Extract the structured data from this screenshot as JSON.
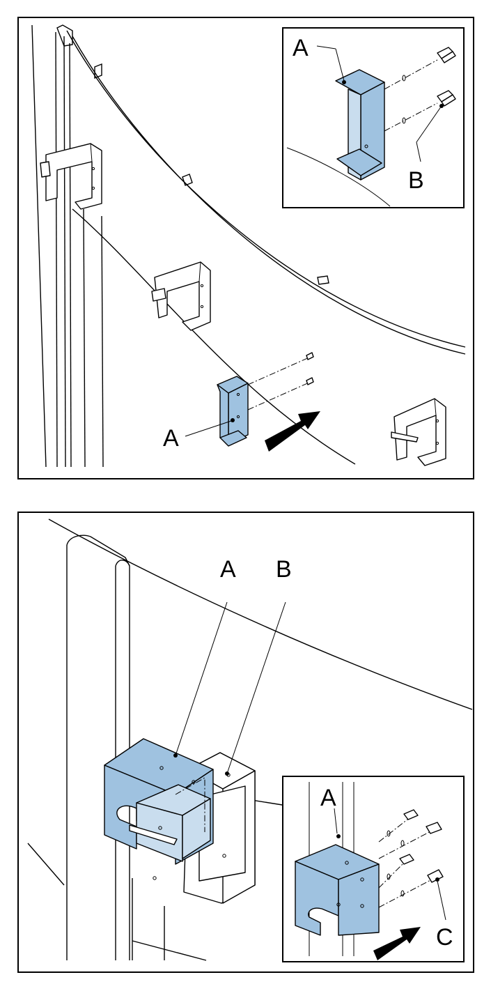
{
  "figure_top": {
    "inset_labels": {
      "bracket": "A",
      "screw": "B"
    },
    "main_labels": {
      "bracket": "A"
    }
  },
  "figure_bottom": {
    "main_labels": {
      "bracket": "A",
      "block": "B"
    },
    "inset_labels": {
      "bracket": "A",
      "screw": "C"
    }
  },
  "colors": {
    "part_fill": "#9fc2e0",
    "line": "#000000",
    "background": "#ffffff"
  },
  "icons": {
    "direction_arrow": "arrow-right-icon",
    "screw": "screw-icon"
  }
}
